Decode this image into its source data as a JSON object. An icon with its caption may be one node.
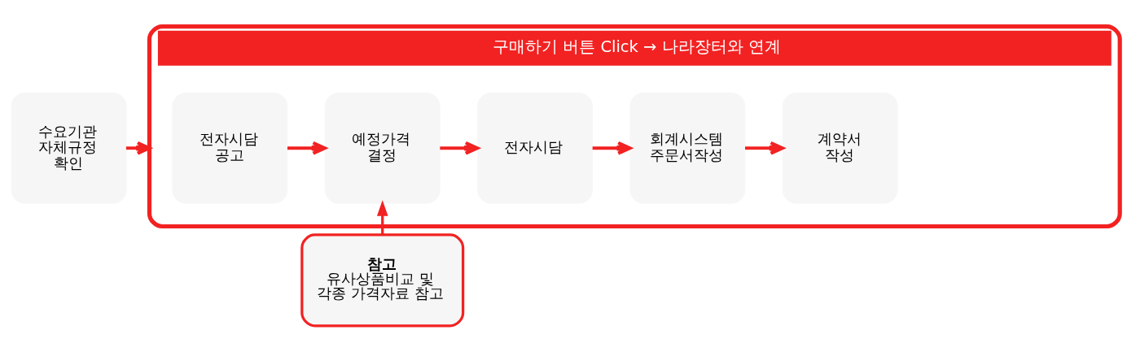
{
  "diagram": {
    "nodes": [
      {
        "text": [
          "수요기관 자체규정 확인"
        ]
      },
      {
        "text": [
          "구매하기 버튼 Click → 나라장터와 연계"
        ]
      },
      {
        "text": [
          "전자시담 공고"
        ],
        "in": 1
      },
      {
        "text": [
          "예정가격 결정"
        ],
        "in": 1
      },
      {
        "text": [
          "전자시담"
        ],
        "in": 1
      },
      {
        "text": [
          "회계시스템 주문서작성"
        ],
        "in": 1
      },
      {
        "text": [
          "계약서 작성"
        ],
        "in": 1
      },
      {
        "text": [
          "참고",
          "유사상품비교 및 각종 가격자료 참고"
        ]
      }
    ],
    "edges": [
      {
        "from": 0,
        "to": 1,
        "arrow": "to"
      },
      {
        "from": 2,
        "to": 3,
        "arrow": "to"
      },
      {
        "from": 3,
        "to": 4,
        "arrow": "to"
      },
      {
        "from": 4,
        "to": 5,
        "arrow": "to"
      },
      {
        "from": 5,
        "to": 6,
        "arrow": "to"
      },
      {
        "from": 7,
        "to": 3,
        "arrow": "to"
      }
    ]
  }
}
